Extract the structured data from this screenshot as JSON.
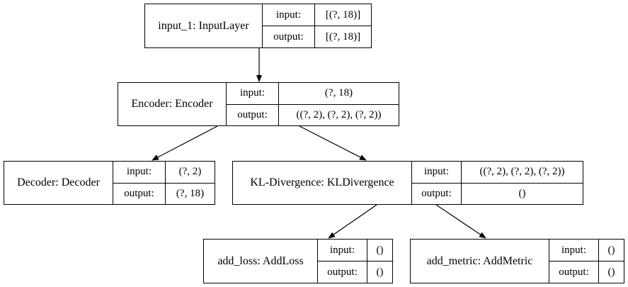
{
  "nodes": {
    "input_1": {
      "name": "input_1: InputLayer",
      "input_label": "input:",
      "output_label": "output:",
      "input_value": "[(?, 18)]",
      "output_value": "[(?, 18)]"
    },
    "encoder": {
      "name": "Encoder: Encoder",
      "input_label": "input:",
      "output_label": "output:",
      "input_value": "(?, 18)",
      "output_value": "((?, 2), (?, 2), (?, 2))"
    },
    "decoder": {
      "name": "Decoder: Decoder",
      "input_label": "input:",
      "output_label": "output:",
      "input_value": "(?, 2)",
      "output_value": "(?, 18)"
    },
    "kl_divergence": {
      "name": "KL-Divergence: KLDivergence",
      "input_label": "input:",
      "output_label": "output:",
      "input_value": "((?, 2), (?, 2), (?, 2))",
      "output_value": "()"
    },
    "add_loss": {
      "name": "add_loss: AddLoss",
      "input_label": "input:",
      "output_label": "output:",
      "input_value": "()",
      "output_value": "()"
    },
    "add_metric": {
      "name": "add_metric: AddMetric",
      "input_label": "input:",
      "output_label": "output:",
      "input_value": "()",
      "output_value": "()"
    }
  },
  "edges": [
    {
      "from": "input_1",
      "to": "encoder"
    },
    {
      "from": "encoder",
      "to": "decoder"
    },
    {
      "from": "encoder",
      "to": "kl_divergence"
    },
    {
      "from": "kl_divergence",
      "to": "add_loss"
    },
    {
      "from": "kl_divergence",
      "to": "add_metric"
    }
  ]
}
